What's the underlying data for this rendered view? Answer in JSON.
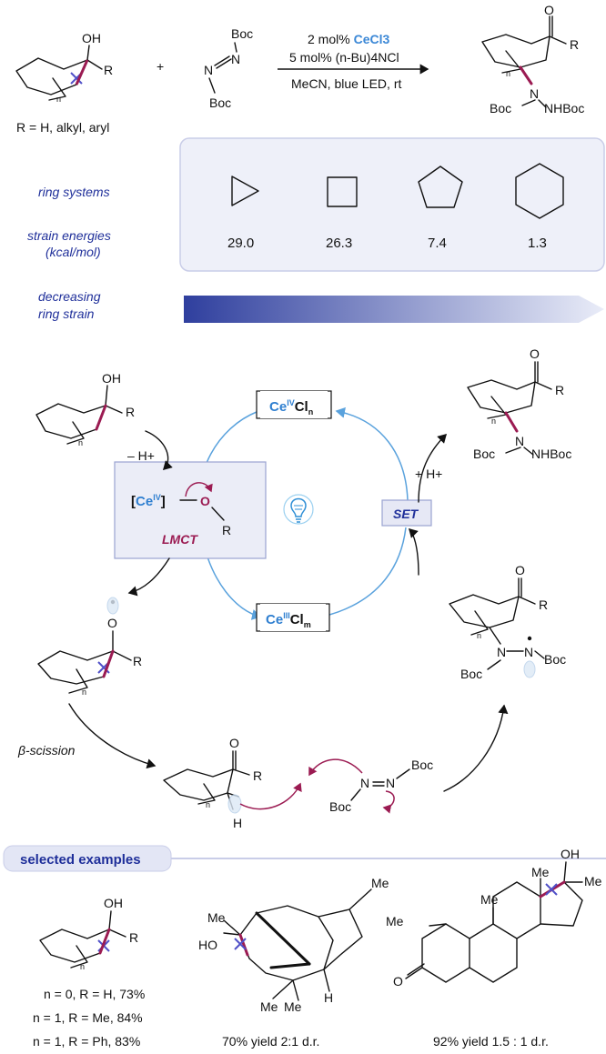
{
  "top": {
    "oh": "OH",
    "r": "R",
    "n": "n",
    "o": "O",
    "n_atom": "N",
    "boc": "Boc",
    "nhboc": "NHBoc",
    "plus": "+",
    "r_def": "R = H, alkyl, aryl",
    "cond1a": "2 mol% ",
    "cond1b": "CeCl3",
    "cond2": "5 mol% (n-Bu)4NCl",
    "cond3": "MeCN, blue LED, rt"
  },
  "strain": {
    "ring_label": "ring systems",
    "energy_label_1": "strain energies",
    "energy_label_2": "(kcal/mol)",
    "values": [
      "29.0",
      "26.3",
      "7.4",
      "1.3"
    ],
    "decreasing_1": "decreasing",
    "decreasing_2": "ring strain"
  },
  "cycle": {
    "ce_iv": {
      "metal": "Ce",
      "ox": "IV",
      "ligand": "Cl",
      "sub": "n"
    },
    "ce_iii": {
      "metal": "Ce",
      "ox": "III",
      "ligand": "Cl",
      "sub": "m"
    },
    "lmct": {
      "metal": "Ce",
      "ox": "IV",
      "o": "O",
      "r": "R",
      "label": "LMCT"
    },
    "set_label": "SET",
    "minus_h": "– H+",
    "plus_h": "+ H+",
    "alcohol": {
      "oh": "OH",
      "r": "R"
    },
    "radical": {
      "o": "O",
      "r": "R"
    },
    "alkyl": {
      "h": "H"
    },
    "beta": "β-scission"
  },
  "examples": {
    "header": "selected examples",
    "ex1": [
      "n = 0, R = H, 73%",
      "n = 1, R = Me, 84%",
      "n = 1, R = Ph, 83%"
    ],
    "ex2": {
      "me": "Me",
      "ho": "HO",
      "h": "H",
      "result": "70% yield 2:1 d.r."
    },
    "ex3": {
      "me": "Me",
      "o": "O",
      "oh": "OH",
      "result": "92% yield 1.5 : 1 d.r."
    }
  }
}
